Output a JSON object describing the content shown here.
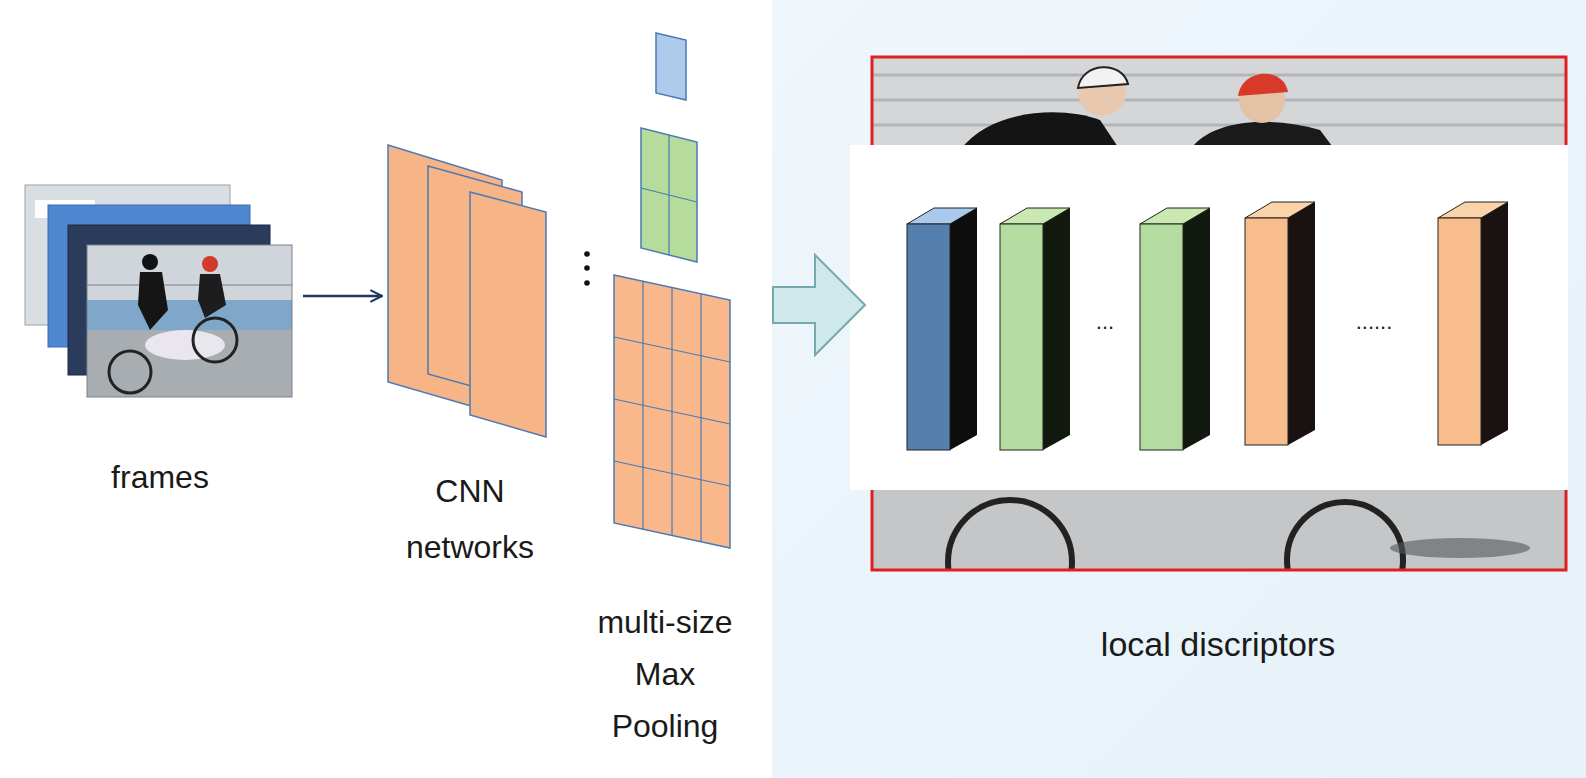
{
  "diagram": {
    "nodes": [
      {
        "text": [
          "frames"
        ]
      },
      {
        "text": [
          "CNN networks"
        ]
      },
      {
        "text": [
          "multi-size Max Pooling"
        ]
      },
      {
        "text": [
          "local discriptors"
        ]
      }
    ],
    "edges": [
      {
        "from": 0,
        "to": 1,
        "arrow": "to"
      },
      {
        "from": 2,
        "to": 3,
        "arrow": "to"
      }
    ],
    "labels": [
      "...",
      "......"
    ]
  }
}
